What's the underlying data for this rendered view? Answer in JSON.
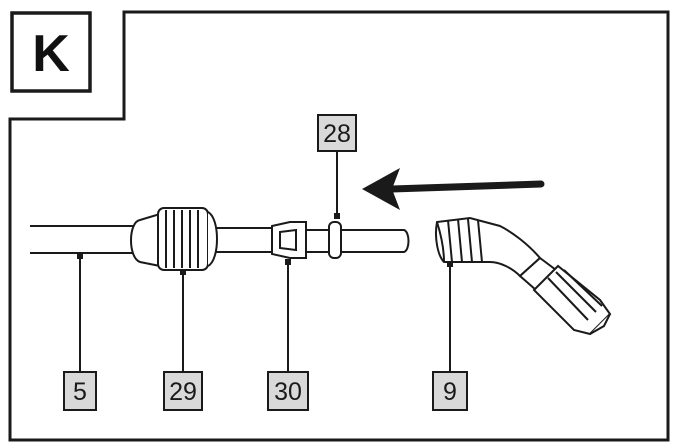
{
  "figure": {
    "step_letter": "K",
    "callouts": [
      {
        "id": "callout-5",
        "label": "5"
      },
      {
        "id": "callout-29",
        "label": "29"
      },
      {
        "id": "callout-30",
        "label": "30"
      },
      {
        "id": "callout-9",
        "label": "9"
      },
      {
        "id": "callout-28",
        "label": "28"
      }
    ],
    "colors": {
      "ink": "#1a1a1a",
      "label_fill": "#d9d9d9",
      "background": "#ffffff"
    }
  }
}
